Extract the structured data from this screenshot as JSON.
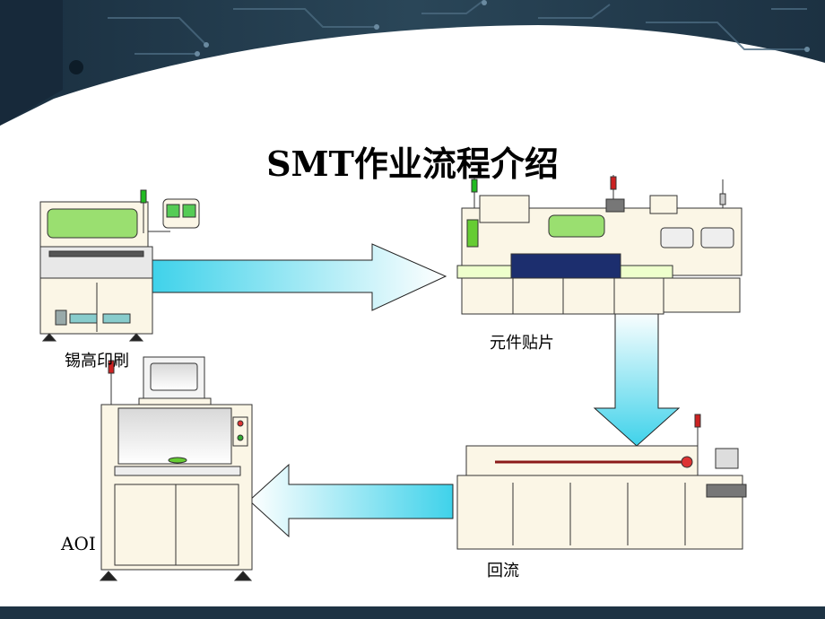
{
  "slide": {
    "title": "SMT作业流程介绍",
    "steps": [
      {
        "id": "printer",
        "label": "锡高印刷"
      },
      {
        "id": "placement",
        "label": "元件贴片"
      },
      {
        "id": "reflow",
        "label": "回流"
      },
      {
        "id": "aoi",
        "label": "AOI"
      }
    ]
  },
  "colors": {
    "banner_dark": "#1e3346",
    "arrow_cyan": "#4fd4ea",
    "machine_body": "#fbf6e6",
    "machine_outline": "#333333",
    "screen_green": "#8ee06a"
  }
}
